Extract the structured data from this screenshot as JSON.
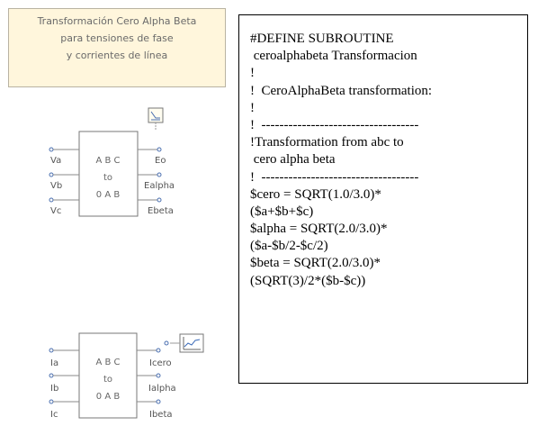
{
  "note": {
    "lines": [
      "Transformación Cero Alpha Beta",
      "para tensiones de fase",
      "y corrientes de línea"
    ]
  },
  "voltage_block": {
    "center_lines": [
      "A B C",
      "to",
      "0 A B"
    ],
    "inputs": [
      "Va",
      "Vb",
      "Vc"
    ],
    "outputs": [
      "Eo",
      "Ealpha",
      "Ebeta"
    ],
    "icon": "display-icon"
  },
  "current_block": {
    "center_lines": [
      "A B C",
      "to",
      "0 A B"
    ],
    "inputs": [
      "Ia",
      "Ib",
      "Ic"
    ],
    "outputs": [
      "Icero",
      "Ialpha",
      "Ibeta"
    ],
    "icon": "graph-icon"
  },
  "code": {
    "lines": [
      "#DEFINE SUBROUTINE",
      " ceroalphabeta Transformacion",
      "!",
      "!  CeroAlphaBeta transformation:",
      "!",
      "!  -----------------------------------",
      "!Transformation from abc to",
      " cero alpha beta",
      "!  -----------------------------------",
      "$cero = SQRT(1.0/3.0)*",
      "($a+$b+$c)",
      "$alpha = SQRT(2.0/3.0)*",
      "($a-$b/2-$c/2)",
      "$beta = SQRT(2.0/3.0)*",
      "(SQRT(3)/2*($b-$c))"
    ]
  },
  "colors": {
    "note_bg": "#fff6dc",
    "line_color": "#888888",
    "port_color": "#4a6fb0",
    "text_gray": "#555555"
  }
}
